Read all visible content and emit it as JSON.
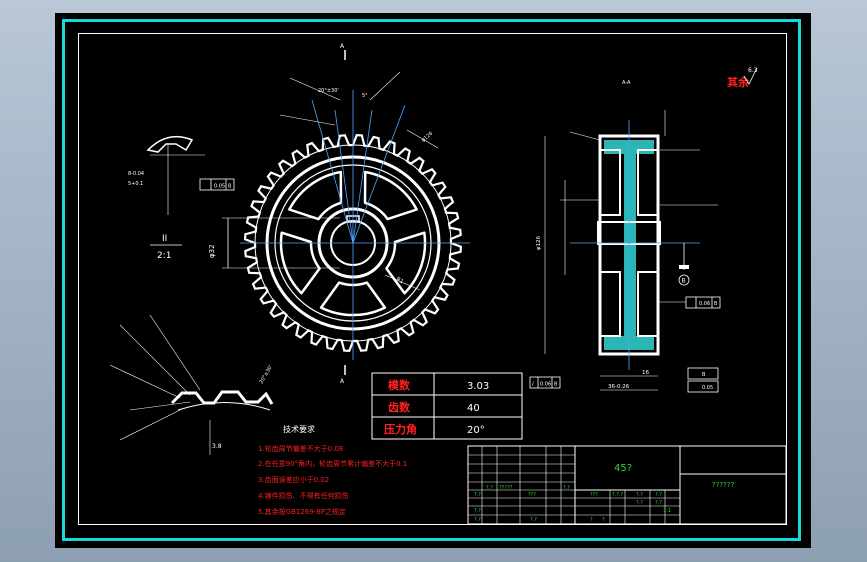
{
  "drawing": {
    "view_label_left": "A",
    "view_label_bottom": "A",
    "section_label": "A-A",
    "detail_label": "II",
    "detail_scale": "2:1",
    "note_other": "其余",
    "roughness_other": "6.3",
    "datum_b": "B"
  },
  "gear_params": [
    {
      "name": "模数",
      "value": "3.03"
    },
    {
      "name": "齿数",
      "value": "40"
    },
    {
      "name": "压力角",
      "value": "20°"
    }
  ],
  "tolerance_frame": {
    "symbol": "/",
    "value": "0.06",
    "datum": "B"
  },
  "technical_requirements": {
    "title": "技术要求",
    "items": [
      "1.轮齿周节偏差不大于0.08",
      "2.在任意90°角内，轮齿周节累计偏差不大于0.1",
      "3.齿面误差应小于0.02",
      "4.铸件损伤、不得有任何损伤",
      "5.其余按GB1269-8P之规定"
    ]
  },
  "title_block": {
    "part_name": "45?",
    "org_name": "??????",
    "cells": [
      "?.?",
      "?.?",
      "?????",
      "???",
      "?.?",
      "???",
      "?.?.?",
      "?.?",
      "?.?",
      "?.?",
      "?.?",
      "1:1",
      "?.?",
      "?.?",
      "?",
      "?",
      "?.?"
    ]
  },
  "dimensions": {
    "phi_outer": "φ126",
    "width_total": "36-0.26",
    "hub_width": "16",
    "keyway": "8-0.04",
    "hub_depth": "5+0.1",
    "runout_small": "0.05",
    "runout_right": "0.06",
    "angle_20": "20°±30'",
    "angle_5": "5°",
    "detail_dim": "3.8",
    "detail_dim2": "R1",
    "detail_phi": "φ32"
  }
}
